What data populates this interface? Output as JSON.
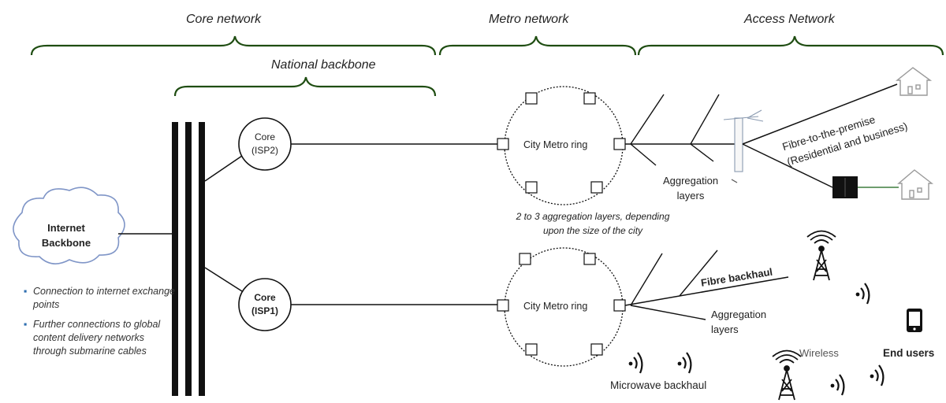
{
  "sections": {
    "core": "Core network",
    "metro": "Metro network",
    "access": "Access Network",
    "national": "National backbone"
  },
  "cloud": "Internet\nBackbone",
  "bullets": [
    "Connection to internet exchange points",
    "Further connections to global content delivery networks through submarine cables"
  ],
  "core_nodes": [
    {
      "line1": "Core",
      "line2": "(ISP2)"
    },
    {
      "line1": "Core",
      "line2": "(ISP1)"
    }
  ],
  "metro_rings": [
    "City Metro ring",
    "City Metro ring"
  ],
  "aggregation": [
    "Aggregation\nlayers",
    "Aggregation\nlayers"
  ],
  "aggregation_note": "2 to 3 aggregation layers, depending\nupon the size of the city",
  "fttp": "Fibre-to-the-premise\n(Residential and business)",
  "fibre_backhaul": "Fibre backhaul",
  "microwave_backhaul": "Microwave backhaul",
  "wireless": "Wireless",
  "end_users": "End users",
  "colors": {
    "line": "#111111",
    "brace": "#1f4d12",
    "bullet": "#2f6fb0",
    "house": "#9a9a9a",
    "green_link": "#3e7d3e"
  }
}
